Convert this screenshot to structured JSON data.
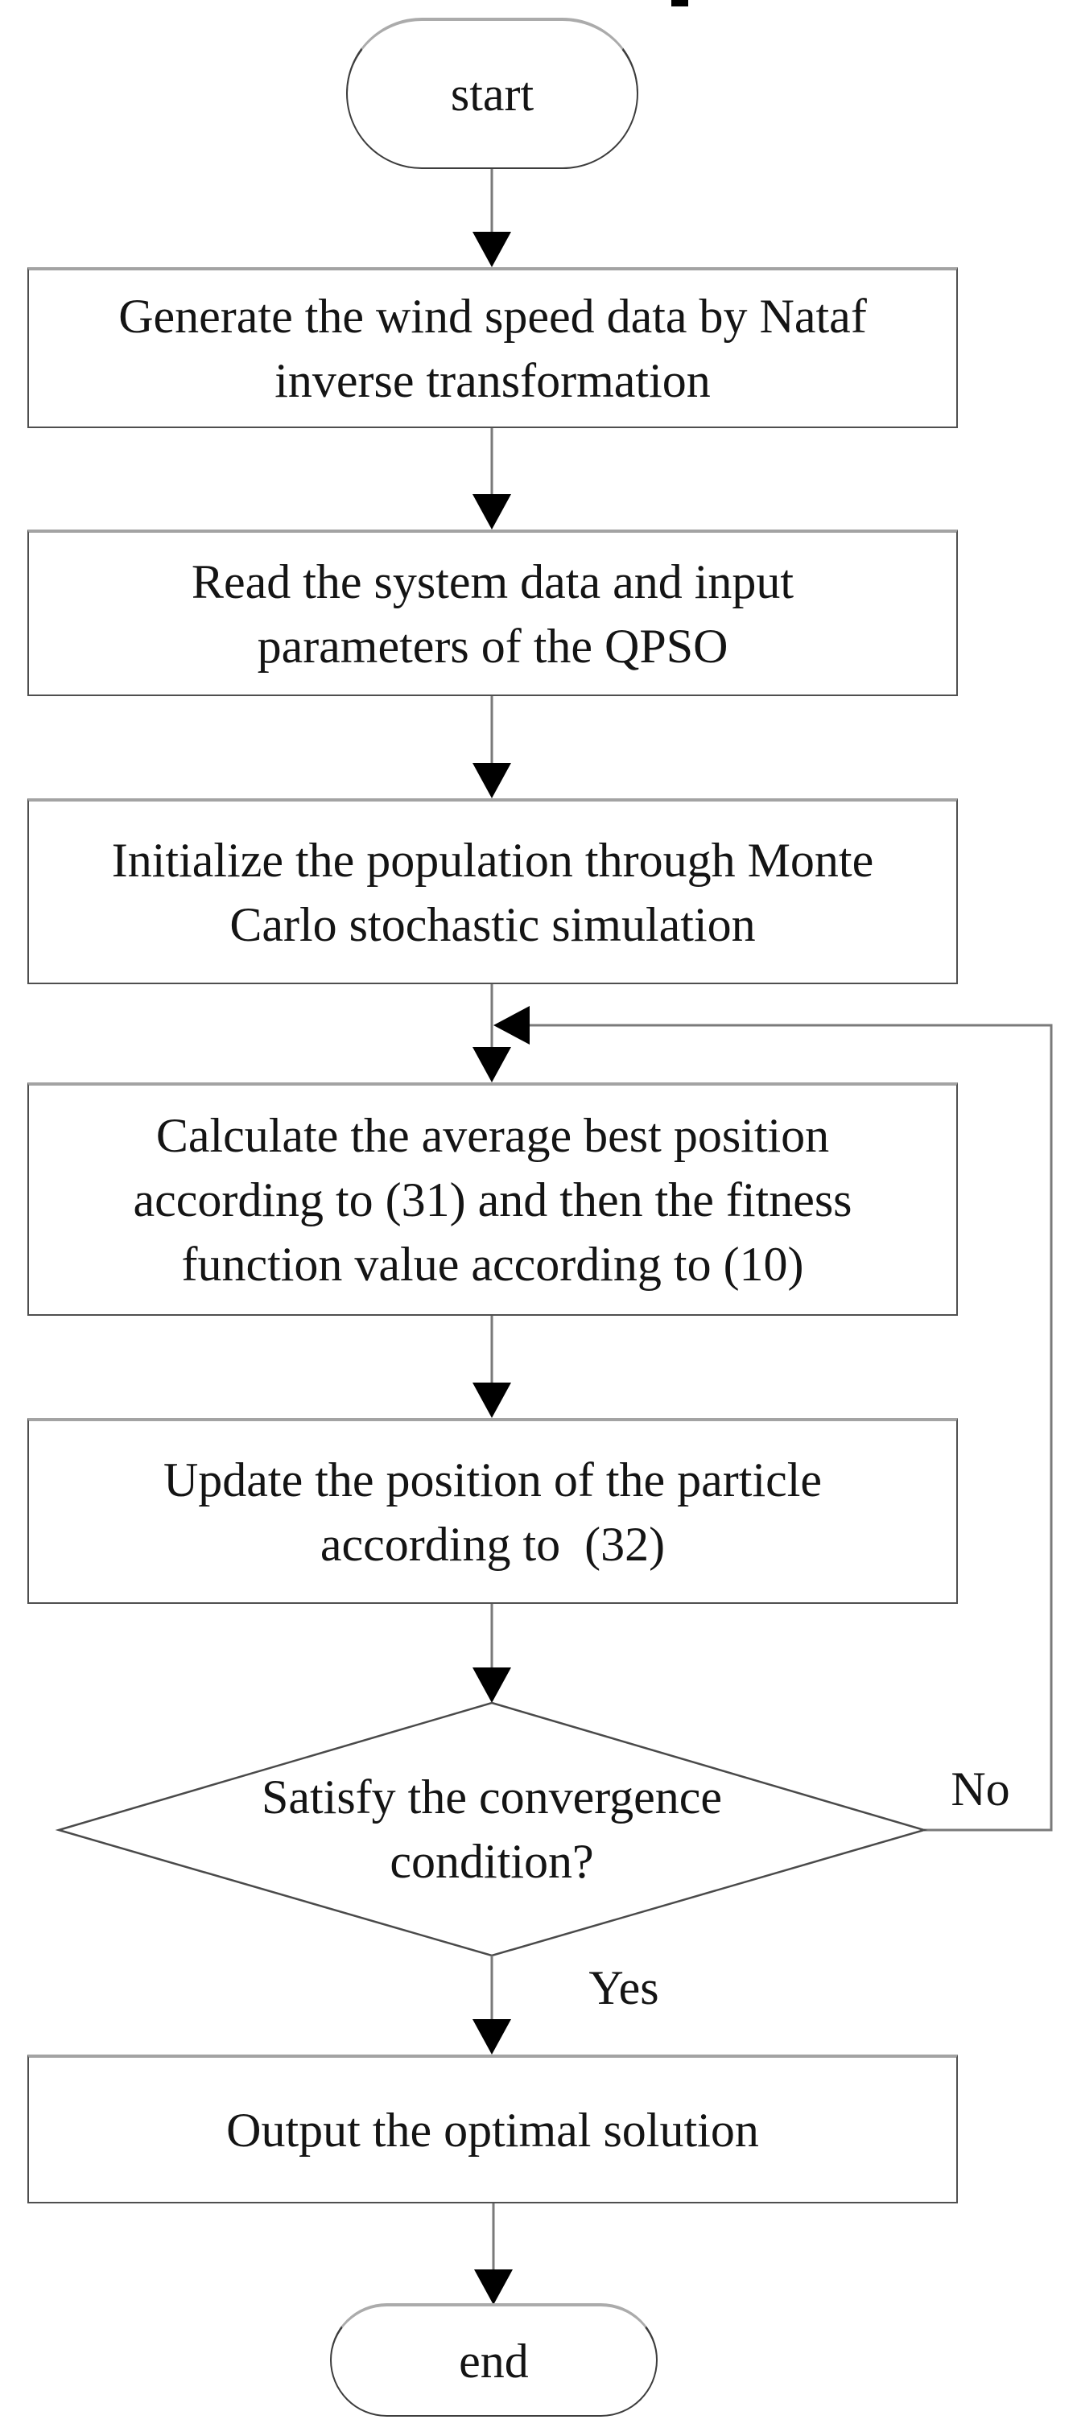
{
  "colors": {
    "connector": "#7a7a7a",
    "arrowhead": "#000000",
    "box_border": "#4f4f4f",
    "box_border_top": "#a3a3a3",
    "text": "#141414",
    "background": "#ffffff"
  },
  "nodes": {
    "start": {
      "label": "start"
    },
    "generate_wind": {
      "label": "Generate the wind speed data by Nataf\ninverse transformation"
    },
    "read_system": {
      "label": "Read the system data and input\nparameters of the QPSO"
    },
    "initialize_population": {
      "label": "Initialize the population through Monte\nCarlo stochastic simulation"
    },
    "calculate_position": {
      "label": "Calculate the average best position\naccording to (31) and then the fitness\nfunction value according to (10)"
    },
    "update_position": {
      "label": "Update the position of the particle\naccording to  (32)"
    },
    "decision": {
      "label": "Satisfy the convergence\ncondition?"
    },
    "output_solution": {
      "label": "Output the optimal solution"
    },
    "end": {
      "label": "end"
    }
  },
  "edge_labels": {
    "yes": "Yes",
    "no": "No"
  }
}
